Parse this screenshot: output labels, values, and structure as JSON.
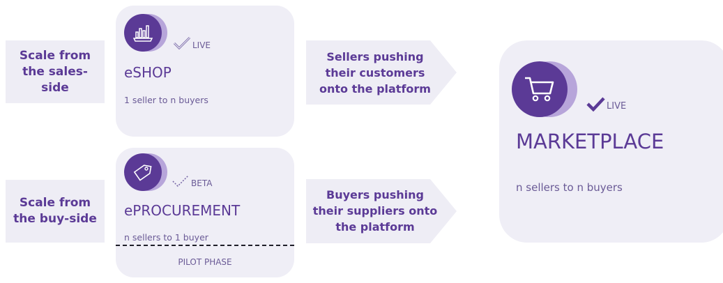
{
  "sales_side_label": "Scale from the sales-side",
  "buy_side_label": "Scale from the buy-side",
  "eshop": {
    "status": "LIVE",
    "title": "eSHOP",
    "subtitle": "1 seller to n buyers",
    "icon": "storefront-chart-icon"
  },
  "eprocurement": {
    "status": "BETA",
    "title": "ePROCUREMENT",
    "subtitle": "n sellers to 1 buyer",
    "phase": "PILOT PHASE",
    "icon": "price-tag-icon"
  },
  "arrow_sellers": "Sellers pushing their customers onto the platform",
  "arrow_buyers": "Buyers pushing their suppliers onto the platform",
  "marketplace": {
    "status": "LIVE",
    "title": "MARKETPLACE",
    "subtitle": "n sellers to n buyers",
    "icon": "shopping-cart-icon"
  },
  "colors": {
    "accent": "#5b3a96",
    "accent_light": "#b7a5da",
    "panel": "#efeef6"
  }
}
